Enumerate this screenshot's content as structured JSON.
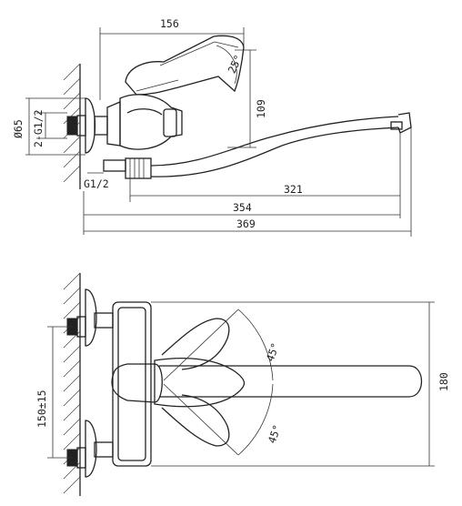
{
  "side_view": {
    "dim_width": "156",
    "dim_angle": "25°",
    "dim_height": "109",
    "dim_diameter": "Ø65",
    "dim_thread_inlet": "2-G1/2",
    "dim_thread_outlet": "G1/2",
    "dim_reach_321": "321",
    "dim_reach_354": "354",
    "dim_overall": "369"
  },
  "top_view": {
    "dim_angle_upper": "45°",
    "dim_angle_lower": "45°",
    "dim_centers": "150±15",
    "dim_height": "180"
  }
}
